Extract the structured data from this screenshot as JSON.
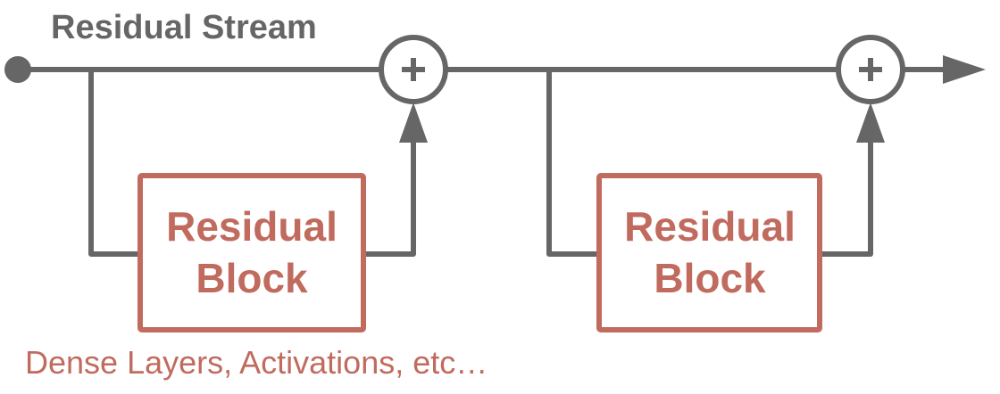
{
  "title": "Residual Stream",
  "colors": {
    "stream": "#666666",
    "block": "#c06b5e"
  },
  "blocks": [
    {
      "line1": "Residual",
      "line2": "Block"
    },
    {
      "line1": "Residual",
      "line2": "Block"
    }
  ],
  "adders": [
    {
      "symbol": "+"
    },
    {
      "symbol": "+"
    }
  ],
  "caption": "Dense Layers, Activations, etc…"
}
